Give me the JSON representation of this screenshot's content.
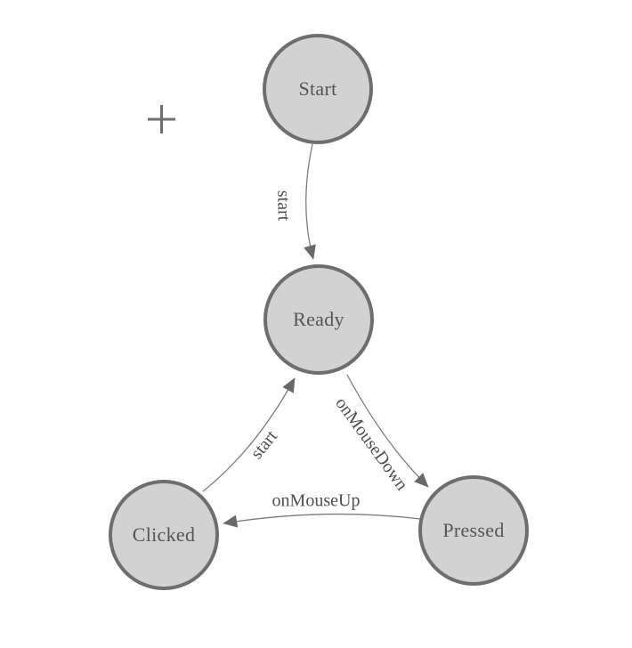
{
  "diagram": {
    "type": "state-machine",
    "background": "#ffffff",
    "colors": {
      "node_fill": "#d2d2d2",
      "node_border": "#6e6e6e",
      "edge_line": "#7d7d7d",
      "arrowhead": "#696969",
      "node_text": "#555555",
      "edge_text": "#4f4f4f"
    },
    "nodes": [
      {
        "id": "start",
        "label": "Start"
      },
      {
        "id": "ready",
        "label": "Ready"
      },
      {
        "id": "clicked",
        "label": "Clicked"
      },
      {
        "id": "pressed",
        "label": "Pressed"
      }
    ],
    "edges": [
      {
        "from": "Start",
        "to": "Ready",
        "label": "start"
      },
      {
        "from": "Ready",
        "to": "Pressed",
        "label": "onMouseDown"
      },
      {
        "from": "Pressed",
        "to": "Clicked",
        "label": "onMouseUp"
      },
      {
        "from": "Clicked",
        "to": "Ready",
        "label": "start"
      }
    ],
    "cursor": {
      "icon": "plus-crosshair"
    }
  }
}
